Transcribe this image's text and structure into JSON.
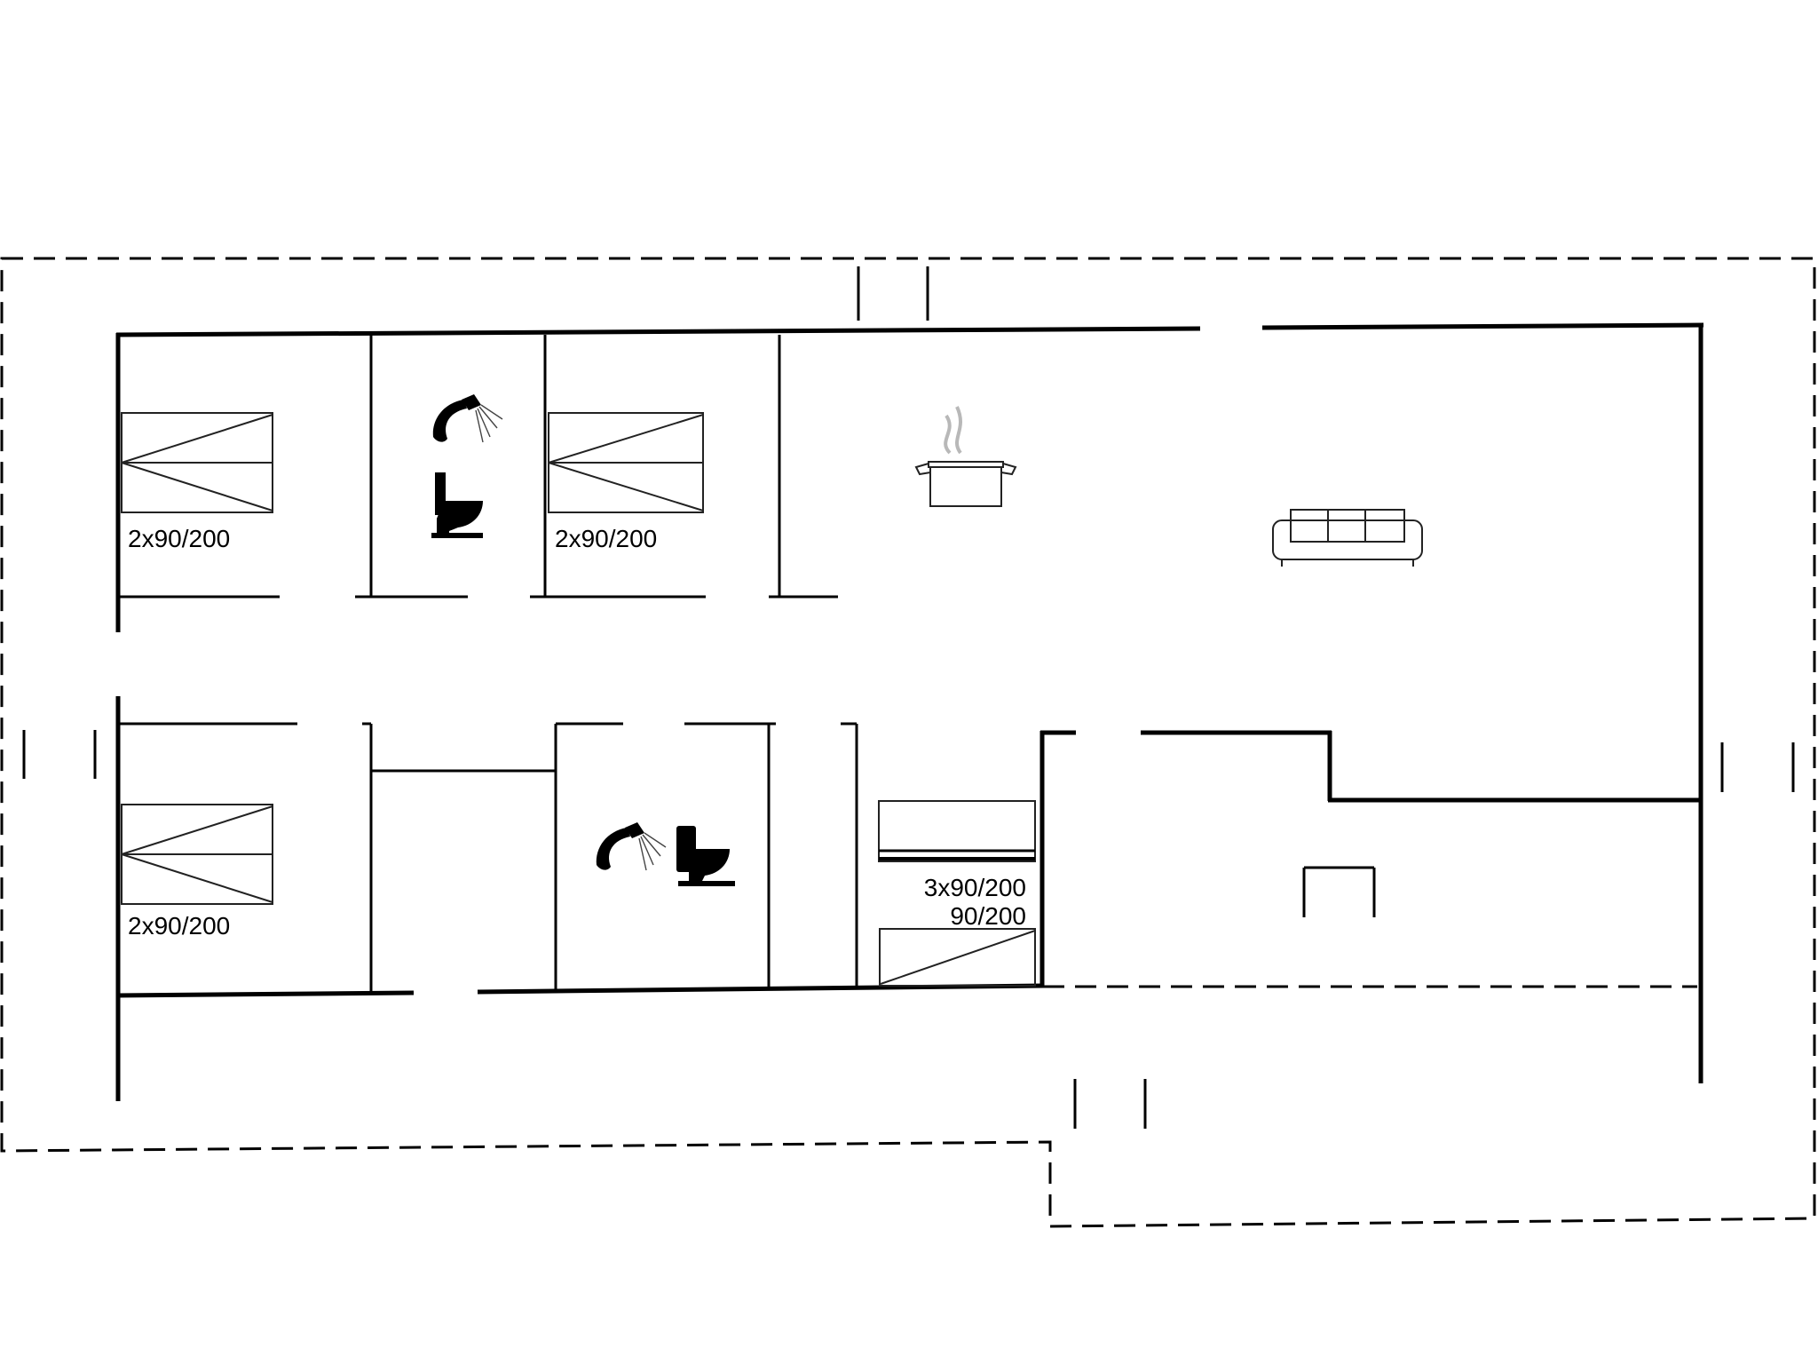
{
  "bed_labels": {
    "bedroom_top_left": "2x90/200",
    "bedroom_top_middle": "2x90/200",
    "bedroom_bottom_left": "2x90/200",
    "bunk_room_line1": "3x90/200",
    "bunk_room_line2": "90/200"
  },
  "icons": {
    "shower_top": "shower-icon",
    "toilet_top": "toilet-icon",
    "shower_bottom": "shower-icon",
    "toilet_bottom": "toilet-icon",
    "kitchen": "cooking-pot-icon",
    "living": "sofa-icon"
  },
  "colors": {
    "line": "#000000",
    "steam": "#b8b8b8",
    "background": "#ffffff"
  }
}
